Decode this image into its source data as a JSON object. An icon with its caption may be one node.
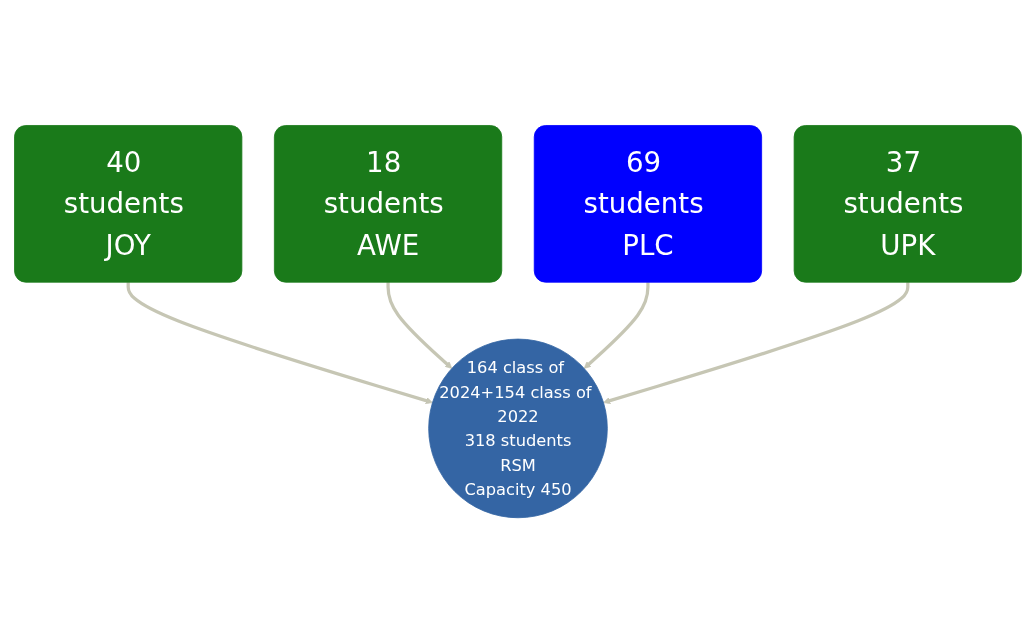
{
  "diagram": {
    "nodes": [
      {
        "text": [
          "40 students JOY"
        ]
      },
      {
        "text": [
          "18 students AWE"
        ]
      },
      {
        "text": [
          "69 students PLC"
        ]
      },
      {
        "text": [
          "37 students UPK"
        ]
      },
      {
        "text": [
          "164 class of 2024+154 class of 2022",
          "318 students",
          "RSM",
          "Capacity 450"
        ]
      }
    ],
    "edges": [
      {
        "from": 0,
        "to": 4,
        "arrow": "to"
      },
      {
        "from": 1,
        "to": 4,
        "arrow": "to"
      },
      {
        "from": 2,
        "to": 4,
        "arrow": "to"
      },
      {
        "from": 3,
        "to": 4,
        "arrow": "to"
      }
    ]
  }
}
